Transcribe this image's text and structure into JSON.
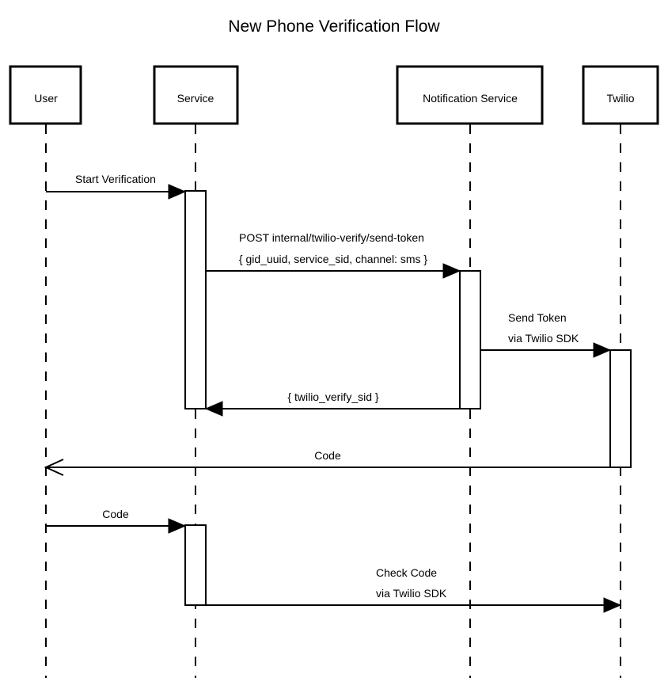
{
  "title": "New Phone Verification Flow",
  "actors": [
    {
      "id": "user",
      "label": "User"
    },
    {
      "id": "service",
      "label": "Service"
    },
    {
      "id": "notification",
      "label": "Notification Service"
    },
    {
      "id": "twilio",
      "label": "Twilio"
    }
  ],
  "messages": [
    {
      "id": "start-verification",
      "from": "user",
      "to": "service",
      "lines": [
        "Start Verification"
      ],
      "arrow": "filled"
    },
    {
      "id": "post-send-token",
      "from": "service",
      "to": "notification",
      "lines": [
        "POST internal/twilio-verify/send-token",
        "{ gid_uuid, service_sid, channel: sms }"
      ],
      "arrow": "filled"
    },
    {
      "id": "send-token",
      "from": "notification",
      "to": "twilio",
      "lines": [
        "Send Token",
        "via Twilio SDK"
      ],
      "arrow": "filled"
    },
    {
      "id": "twilio-verify-sid",
      "from": "notification",
      "to": "service",
      "lines": [
        "{ twilio_verify_sid }"
      ],
      "arrow": "filled"
    },
    {
      "id": "code-to-user",
      "from": "twilio",
      "to": "user",
      "lines": [
        "Code"
      ],
      "arrow": "open"
    },
    {
      "id": "code-to-service",
      "from": "user",
      "to": "service",
      "lines": [
        "Code"
      ],
      "arrow": "filled"
    },
    {
      "id": "check-code",
      "from": "service",
      "to": "twilio",
      "lines": [
        "Check Code",
        "via Twilio SDK"
      ],
      "arrow": "filled"
    }
  ]
}
